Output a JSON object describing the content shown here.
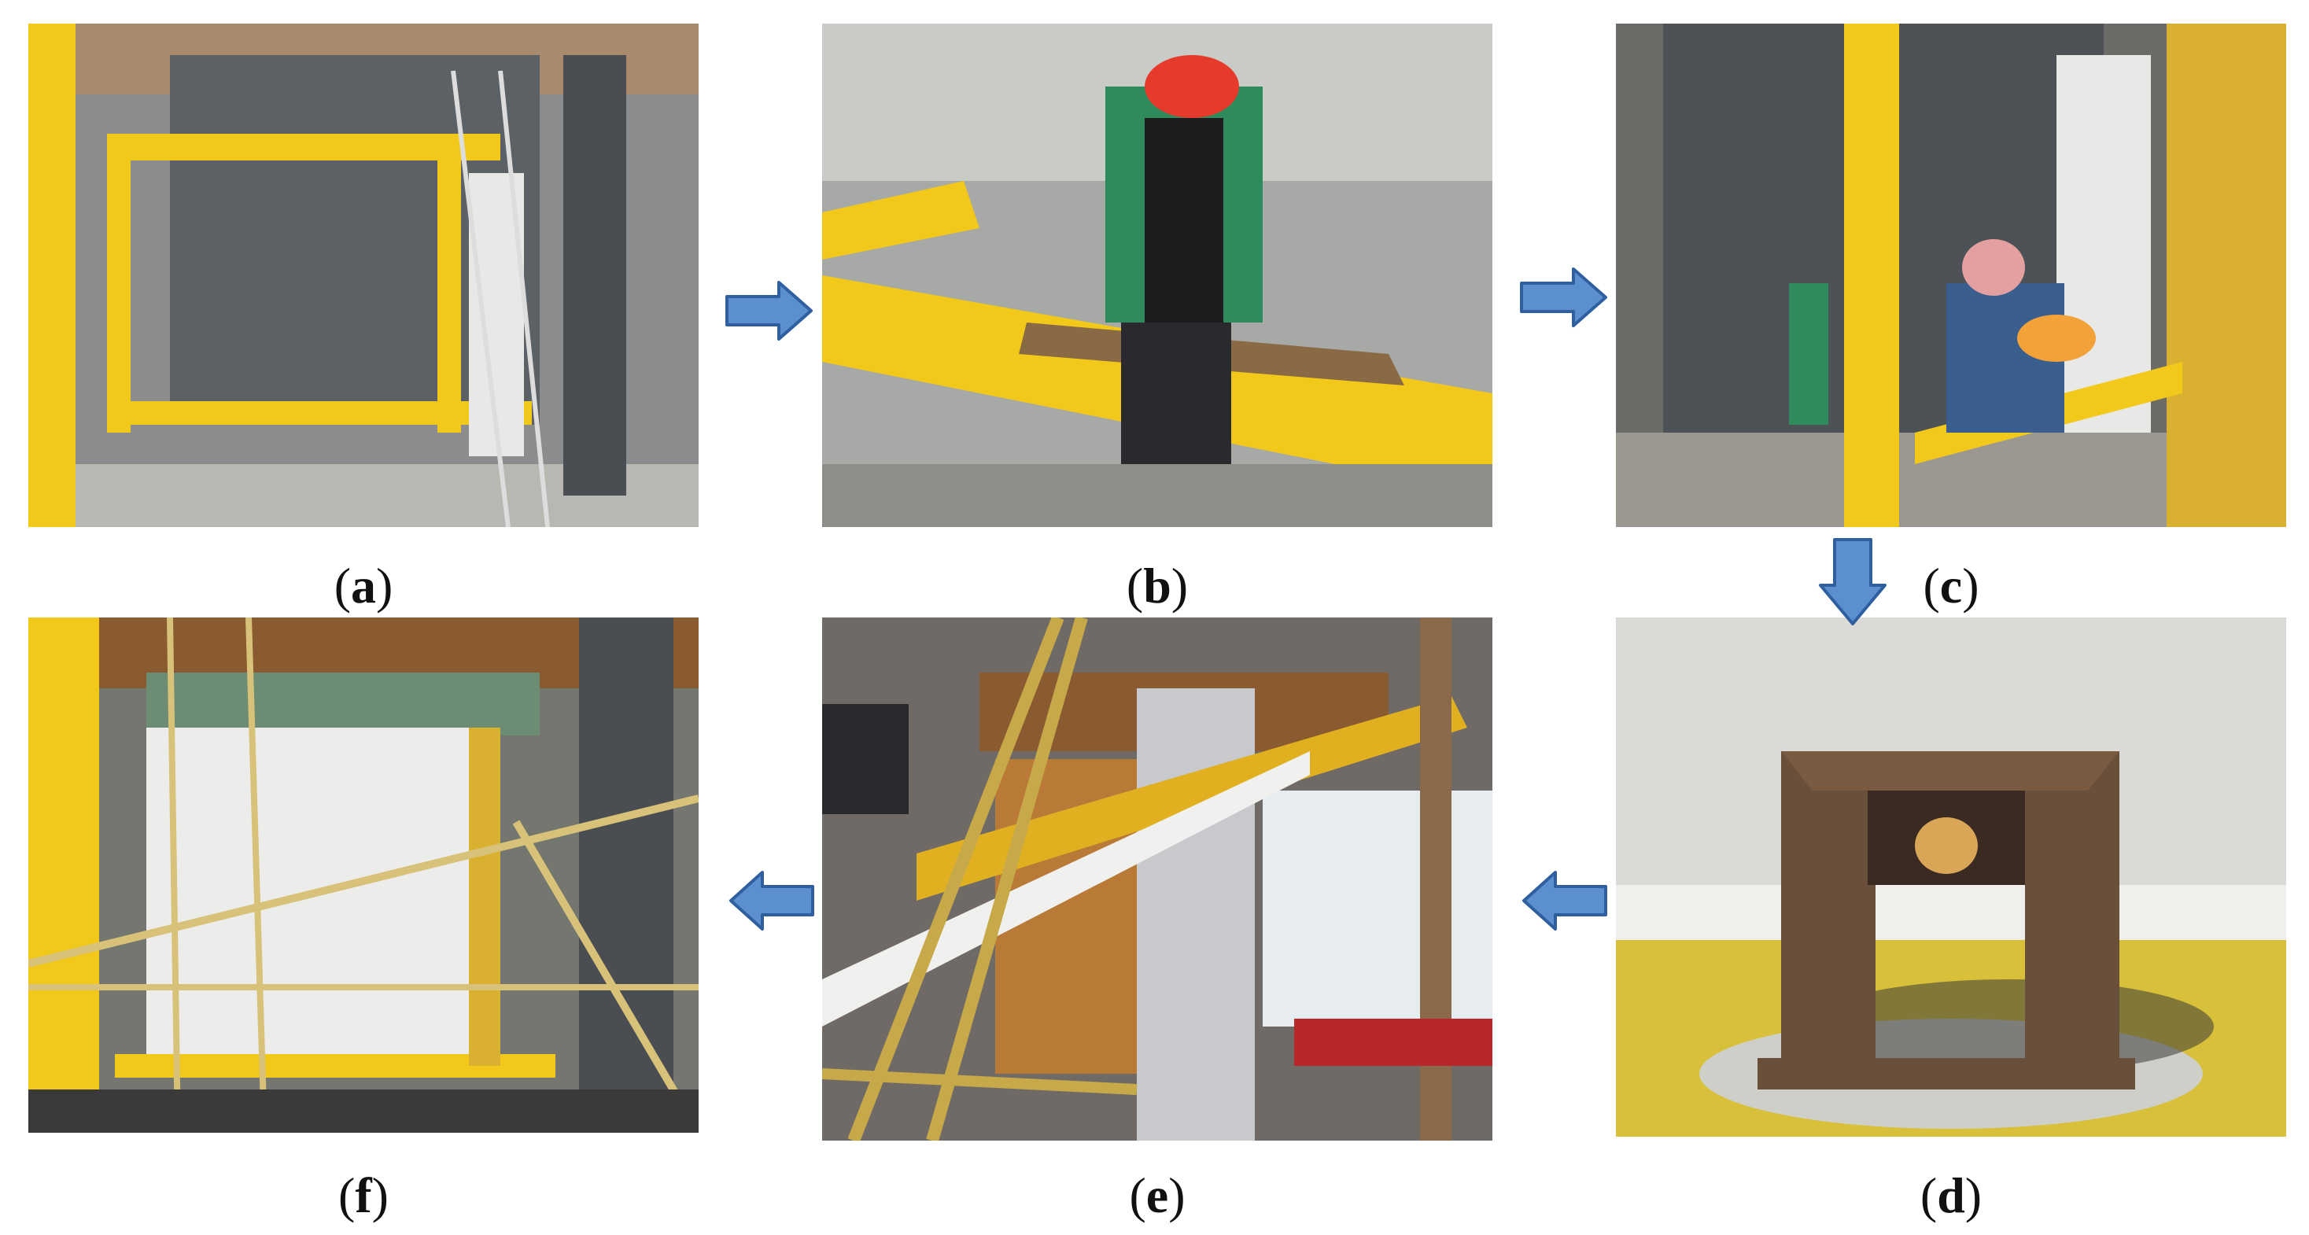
{
  "figure": {
    "panels": [
      {
        "id": "a",
        "label": "(a)",
        "scene": "yellow-steel-loading-frame-with-scaffold"
      },
      {
        "id": "b",
        "label": "(b)",
        "scene": "worker-marking-yellow-steel-beam"
      },
      {
        "id": "c",
        "label": "(c)",
        "scene": "worker-welding-on-frame"
      },
      {
        "id": "d",
        "label": "(d)",
        "scene": "welded-steel-bracket-closeup"
      },
      {
        "id": "e",
        "label": "(e)",
        "scene": "specimen-column-installation-with-bamboo-scaffold"
      },
      {
        "id": "f",
        "label": "(f)",
        "scene": "completed-wall-specimen-in-frame"
      }
    ],
    "flow_order": [
      "a",
      "b",
      "c",
      "d",
      "e",
      "f"
    ],
    "colors": {
      "arrow_fill": "#5b8fd0",
      "arrow_stroke": "#2f5f9e",
      "frame_yellow": "#f2c81a"
    }
  }
}
